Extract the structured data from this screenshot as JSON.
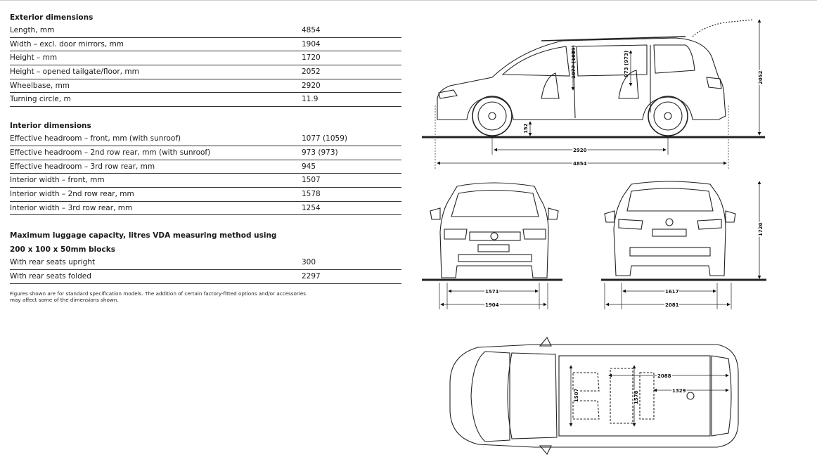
{
  "exterior": {
    "title": "Exterior dimensions",
    "rows": [
      {
        "label": "Length, mm",
        "value": "4854"
      },
      {
        "label": "Width – excl. door mirrors, mm",
        "value": "1904"
      },
      {
        "label": "Height – mm",
        "value": "1720"
      },
      {
        "label": "Height – opened tailgate/floor, mm",
        "value": "2052"
      },
      {
        "label": "Wheelbase, mm",
        "value": "2920"
      },
      {
        "label": "Turning circle, m",
        "value": "11.9"
      }
    ]
  },
  "interior": {
    "title": "Interior dimensions",
    "rows": [
      {
        "label": "Effective headroom – front, mm (with sunroof)",
        "value": "1077 (1059)"
      },
      {
        "label": "Effective headroom – 2nd row rear, mm (with sunroof)",
        "value": "973 (973)"
      },
      {
        "label": "Effective headroom – 3rd row rear, mm",
        "value": "945"
      },
      {
        "label": "Interior width – front, mm",
        "value": "1507"
      },
      {
        "label": "Interior width – 2nd row rear, mm",
        "value": "1578"
      },
      {
        "label": "Interior width – 3rd row rear, mm",
        "value": "1254"
      }
    ]
  },
  "luggage": {
    "title_line1": "Maximum luggage capacity, litres VDA measuring method using",
    "title_line2": "200 x 100 x 50mm blocks",
    "rows": [
      {
        "label": "With rear seats upright",
        "value": "300"
      },
      {
        "label": "With rear seats folded",
        "value": "2297"
      }
    ]
  },
  "footnote": {
    "line1": "Figures shown are for standard specification models. The addition of certain factory-fitted options and/or accessories",
    "line2": "may affect some of the dimensions shown."
  },
  "drawing_labels": {
    "side_headroom_front": "1077 (1059)",
    "side_headroom_rear": "973 (973)",
    "side_ground_clearance": "152",
    "side_wheelbase": "2920",
    "side_length": "4854",
    "side_height_open": "2052",
    "front_track": "1571",
    "front_width": "1904",
    "rear_track": "1617",
    "rear_width": "2081",
    "rear_height": "1720",
    "top_load_length": "2088",
    "top_load_length_short": "1329",
    "top_width_front": "1507",
    "top_width_rear": "1578"
  }
}
